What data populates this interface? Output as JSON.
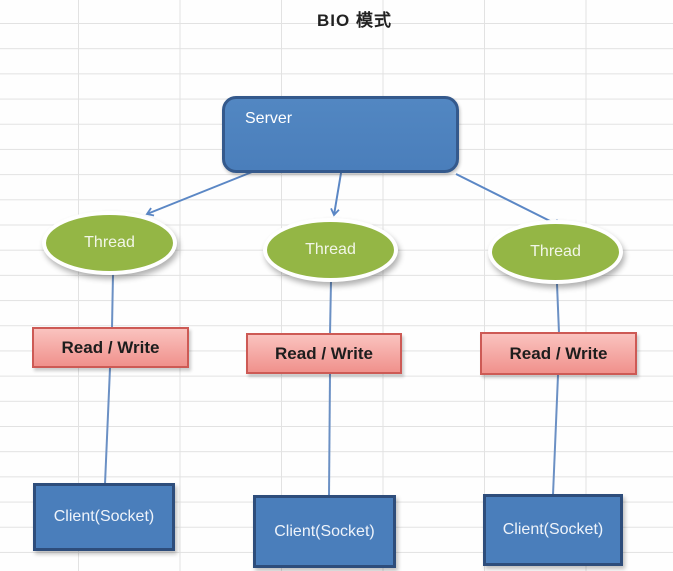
{
  "title": "BIO 模式",
  "diagram": {
    "server": {
      "label": "Server"
    },
    "threads": [
      {
        "label": "Thread"
      },
      {
        "label": "Thread"
      },
      {
        "label": "Thread"
      }
    ],
    "read_writes": [
      {
        "label": "Read / Write"
      },
      {
        "label": "Read / Write"
      },
      {
        "label": "Read / Write"
      }
    ],
    "clients": [
      {
        "label": "Client(Socket)"
      },
      {
        "label": "Client(Socket)"
      },
      {
        "label": "Client(Socket)"
      }
    ]
  },
  "colors": {
    "background": "#fefefe",
    "grid_line": "#e2e2e2",
    "title_text": "#222222",
    "server_fill": "#4a7ebb",
    "server_border": "#34598c",
    "thread_fill": "#94b645",
    "thread_border": "#ffffff",
    "readwrite_fill_top": "#fac3bf",
    "readwrite_fill_bottom": "#f0918c",
    "readwrite_border": "#cd5a55",
    "client_fill": "#4a7ebb",
    "client_border": "#2e4d7b",
    "connector": "#5b87c5"
  }
}
